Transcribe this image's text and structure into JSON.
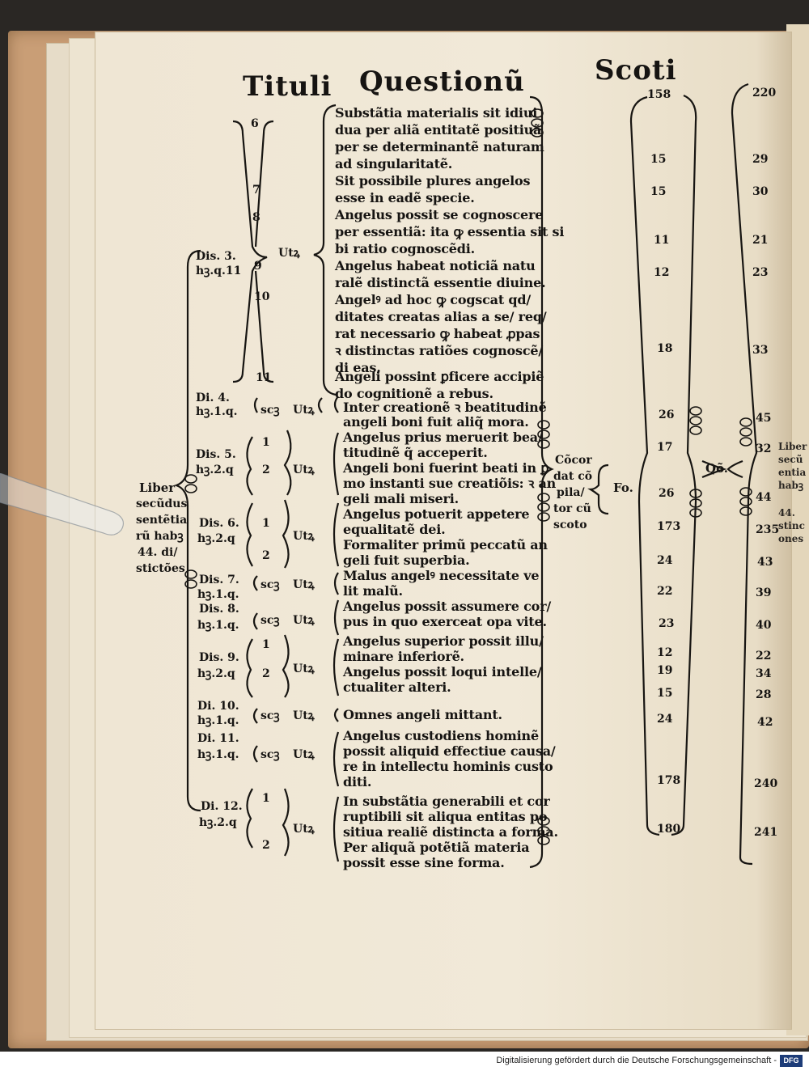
{
  "title": {
    "word1": "Tituli",
    "word2": "Questionũ",
    "word3": "Scoti"
  },
  "left_column": {
    "liber_lines": [
      "Liber",
      "secũdus",
      "sentẽtia",
      "rũ habꝫ",
      "44. di/",
      "stictões"
    ],
    "groups": [
      {
        "dist": "Dis. 3.",
        "count": "hꝫ.q.11",
        "nums": [
          "6",
          "7",
          "8",
          "9",
          "10",
          "11"
        ],
        "marker": "Utꝝ"
      },
      {
        "dist": "Di. 4.",
        "count": "hꝫ.1.q.",
        "nums": [
          "scꝫ"
        ],
        "marker": "Utꝝ"
      },
      {
        "dist": "Dis. 5.",
        "count": "hꝫ.2.q",
        "nums": [
          "1",
          "2"
        ],
        "marker": "Utꝝ"
      },
      {
        "dist": "Dis. 6.",
        "count": "hꝫ.2.q",
        "nums": [
          "1",
          "2"
        ],
        "marker": "Utꝝ"
      },
      {
        "dist": "Dis. 7.",
        "count": "hꝫ.1.q.",
        "nums": [
          "scꝫ"
        ],
        "marker": "Utꝝ"
      },
      {
        "dist": "Dis. 8.",
        "count": "hꝫ.1.q.",
        "nums": [
          "scꝫ"
        ],
        "marker": "Utꝝ"
      },
      {
        "dist": "Dis. 9.",
        "count": "hꝫ.2.q",
        "nums": [
          "1",
          "2"
        ],
        "marker": "Utꝝ"
      },
      {
        "dist": "Di. 10.",
        "count": "hꝫ.1.q.",
        "nums": [
          "scꝫ"
        ],
        "marker": "Utꝝ"
      },
      {
        "dist": "Di. 11.",
        "count": "hꝫ.1.q.",
        "nums": [
          "scꝫ"
        ],
        "marker": "Utꝝ"
      },
      {
        "dist": "Di. 12.",
        "count": "hꝫ.2.q",
        "nums": [
          "1",
          "2"
        ],
        "marker": "Utꝝ"
      }
    ]
  },
  "questions": [
    "Substãtia materialis sit idiui",
    "dua per aliã entitatẽ positiuã",
    "per se determinantẽ naturam",
    "ad singularitatẽ.",
    "Sit possibile plures angelos",
    "esse in eadẽ specie.",
    "Angelus possit se cognoscere",
    "per essentiã: ita ꝙ essentia sit si",
    "bi ratio cognoscẽdi.",
    "Angelus habeat noticiã natu",
    "ralẽ distinctã essentie diuine.",
    "Angelꝰ ad hoc ꝙ cogscat qd/",
    "ditates creatas alias a se/ req/",
    "rat necessario ꝙ habeat ꝓpas",
    "ꝛ distinctas ratiões cognoscẽ/",
    "di eas.",
    "Angeli possint ꝑficere accipiẽ",
    "do cognitionẽ a rebus.",
    "Inter creationẽ ꝛ beatitudinẽ",
    "angeli boni fuit aliq̃ mora.",
    "Angelus prius meruerit bea/",
    "titudinẽ q̃ acceperit.",
    "Angeli boni fuerint beati in ꝑ",
    "mo instanti sue creatiõis: ꝛ an",
    "geli mali miseri.",
    "Angelus potuerit appetere",
    "equalitatẽ dei.",
    "Formaliter primũ peccatũ an",
    "geli fuit superbia.",
    "Malus angelꝰ necessitate ve",
    "lit malũ.",
    "Angelus possit assumere cor/",
    "pus in quo exerceat opa vite.",
    "Angelus superior possit illu/",
    "minare inferiorẽ.",
    "Angelus possit loqui intelle/",
    "ctualiter alteri.",
    "Omnes angeli mittant.",
    "Angelus custodiens hominẽ",
    "possit aliquid effectiue causa/",
    "re in intellectu hominis custo",
    "diti.",
    "In substãtia generabili et cor",
    "ruptibili sit aliqua entitas po",
    "sitiua realiẽ distincta a forma.",
    "Per aliquã potẽtiã materia",
    "possit esse sine forma."
  ],
  "concordance": {
    "lines": [
      "Cõcor",
      "dat cõ",
      "pila/",
      "tor cũ",
      "scoto"
    ],
    "fo": "Fo.",
    "qo": "Qõ."
  },
  "folio_numbers": [
    "158",
    "15",
    "15",
    "11",
    "12",
    "18",
    "26",
    "17",
    "26",
    "173",
    "24",
    "22",
    "23",
    "12",
    "19",
    "15",
    "24",
    "178",
    "180"
  ],
  "question_numbers": [
    "220",
    "29",
    "30",
    "21",
    "23",
    "33",
    "45",
    "32",
    "44",
    "235",
    "43",
    "39",
    "40",
    "22",
    "34",
    "28",
    "42",
    "240",
    "241"
  ],
  "margin_right": [
    "Liber",
    "secũ",
    "entia",
    "habꝫ",
    "44.",
    "stinc",
    "ones"
  ],
  "footer": {
    "text": "Digitalisierung gefördert durch die Deutsche Forschungsgemeinschaft -",
    "logo": "DFG"
  }
}
